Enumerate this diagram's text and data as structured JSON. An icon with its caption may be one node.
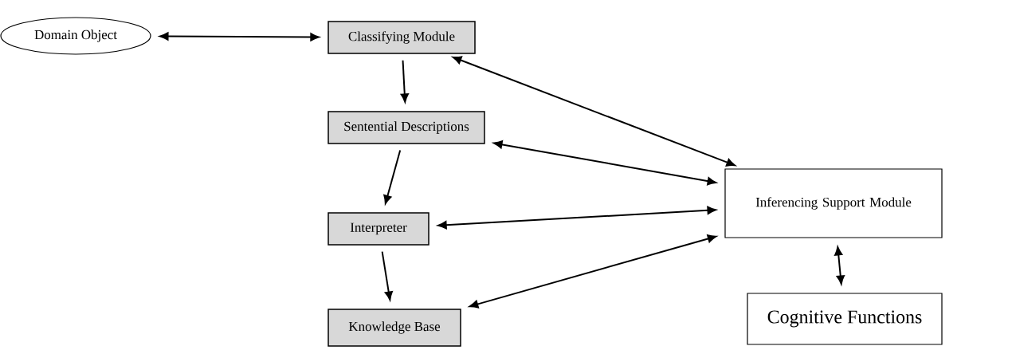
{
  "diagram": {
    "nodes": [
      {
        "text": [
          "Domain Object"
        ]
      },
      {
        "text": [
          "Classifying Module"
        ]
      },
      {
        "text": [
          "Sentential Descriptions"
        ]
      },
      {
        "text": [
          "Inferencing Support Module"
        ]
      },
      {
        "text": [
          "Interpreter"
        ]
      },
      {
        "text": [
          "Knowledge Base"
        ]
      },
      {
        "text": [
          "Cognitive Functions"
        ]
      }
    ],
    "edges": [
      {
        "from": 0,
        "to": 1,
        "arrow": "both"
      },
      {
        "from": 1,
        "to": 2,
        "arrow": "to"
      },
      {
        "from": 2,
        "to": 4,
        "arrow": "to"
      },
      {
        "from": 4,
        "to": 5,
        "arrow": "to"
      },
      {
        "from": 1,
        "to": 3,
        "arrow": "both"
      },
      {
        "from": 2,
        "to": 3,
        "arrow": "both"
      },
      {
        "from": 4,
        "to": 3,
        "arrow": "both"
      },
      {
        "from": 5,
        "to": 3,
        "arrow": "both"
      },
      {
        "from": 3,
        "to": 6,
        "arrow": "both"
      }
    ]
  }
}
